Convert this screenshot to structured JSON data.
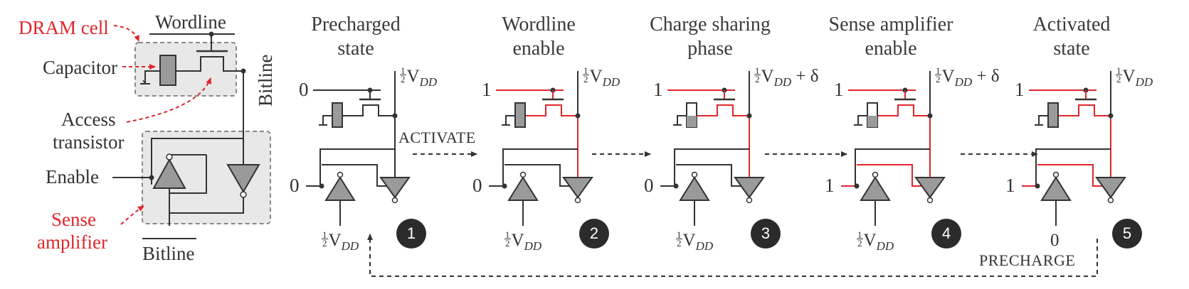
{
  "legend": {
    "dram_cell": "DRAM cell",
    "wordline": "Wordline",
    "capacitor": "Capacitor",
    "access_transistor_line1": "Access",
    "access_transistor_line2": "transistor",
    "bitline_vertical": "Bitline",
    "enable": "Enable",
    "sense_amplifier_line1": "Sense",
    "sense_amplifier_line2": "amplifier",
    "bitline_bottom": "Bitline"
  },
  "colors": {
    "accent_red": "#e0262b",
    "line_dark": "#333333",
    "box_fill": "#e8e8e8",
    "cap_fill": "#9a9a9a",
    "badge_fill": "#2b2b2b"
  },
  "stages": [
    {
      "title_line1": "Precharged",
      "title_line2": "state",
      "wordline_value": "0",
      "sa_value": "0",
      "bitline_top_main": "V",
      "bitline_top_sub": "DD",
      "bitline_top_suffix": "",
      "bitline_bottom": "V",
      "bitline_bottom_sub": "DD",
      "bitline_bottom_is_zero": false,
      "badge": "1"
    },
    {
      "title_line1": "Wordline",
      "title_line2": "enable",
      "wordline_value": "1",
      "sa_value": "0",
      "bitline_top_main": "V",
      "bitline_top_sub": "DD",
      "bitline_top_suffix": "",
      "bitline_bottom": "V",
      "bitline_bottom_sub": "DD",
      "bitline_bottom_is_zero": false,
      "badge": "2"
    },
    {
      "title_line1": "Charge sharing",
      "title_line2": "phase",
      "wordline_value": "1",
      "sa_value": "0",
      "bitline_top_main": "V",
      "bitline_top_sub": "DD",
      "bitline_top_suffix": " + δ",
      "bitline_bottom": "V",
      "bitline_bottom_sub": "DD",
      "bitline_bottom_is_zero": false,
      "badge": "3"
    },
    {
      "title_line1": "Sense amplifier",
      "title_line2": "enable",
      "wordline_value": "1",
      "sa_value": "1",
      "bitline_top_main": "V",
      "bitline_top_sub": "DD",
      "bitline_top_suffix": " + δ",
      "bitline_bottom": "V",
      "bitline_bottom_sub": "DD",
      "bitline_bottom_is_zero": false,
      "badge": "4"
    },
    {
      "title_line1": "Activated",
      "title_line2": "state",
      "wordline_value": "1",
      "sa_value": "1",
      "bitline_top_main": "V",
      "bitline_top_sub": "DD",
      "bitline_top_suffix": "",
      "bitline_bottom": "0",
      "bitline_bottom_sub": "",
      "bitline_bottom_is_zero": true,
      "badge": "5"
    }
  ],
  "fraction": {
    "numerator": "1",
    "denominator": "2"
  },
  "arrows": {
    "activate": "ACTIVATE",
    "precharge": "PRECHARGE"
  }
}
